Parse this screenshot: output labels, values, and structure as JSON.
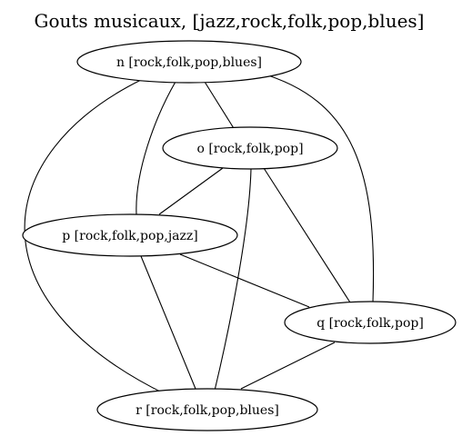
{
  "graph": {
    "title": "Gouts musicaux, [jazz,rock,folk,pop,blues]",
    "nodes": [
      {
        "id": "n",
        "label": "n [rock,folk,pop,blues]"
      },
      {
        "id": "o",
        "label": "o [rock,folk,pop]"
      },
      {
        "id": "p",
        "label": "p [rock,folk,pop,jazz]"
      },
      {
        "id": "q",
        "label": "q [rock,folk,pop]"
      },
      {
        "id": "r",
        "label": "r [rock,folk,pop,blues]"
      }
    ],
    "edges": [
      {
        "from": "n",
        "to": "o"
      },
      {
        "from": "n",
        "to": "p"
      },
      {
        "from": "n",
        "to": "q"
      },
      {
        "from": "n",
        "to": "r"
      },
      {
        "from": "o",
        "to": "p"
      },
      {
        "from": "o",
        "to": "q"
      },
      {
        "from": "o",
        "to": "r"
      },
      {
        "from": "p",
        "to": "q"
      },
      {
        "from": "p",
        "to": "r"
      },
      {
        "from": "q",
        "to": "r"
      }
    ]
  }
}
